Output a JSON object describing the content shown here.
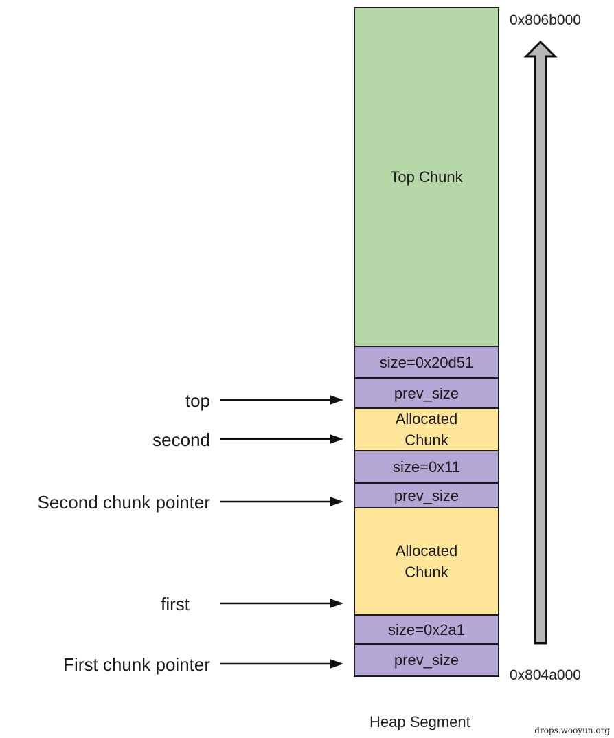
{
  "diagram": {
    "caption": "Heap Segment",
    "watermark": "drops.wooyun.org",
    "addresses": {
      "high": "0x806b000",
      "low": "0x804a000"
    },
    "growth_direction": "upward",
    "blocks": [
      {
        "label": "Top Chunk",
        "type": "top-chunk",
        "color": "#b6d7a8"
      },
      {
        "label": "size=0x20d51",
        "type": "header",
        "color": "#b4a7d6"
      },
      {
        "label": "prev_size",
        "type": "header",
        "color": "#b4a7d6"
      },
      {
        "label": "Allocated\nChunk",
        "type": "allocated",
        "color": "#ffe599"
      },
      {
        "label": "size=0x11",
        "type": "header",
        "color": "#b4a7d6"
      },
      {
        "label": "prev_size",
        "type": "header",
        "color": "#b4a7d6"
      },
      {
        "label": "Allocated\nChunk",
        "type": "allocated",
        "color": "#ffe599"
      },
      {
        "label": "size=0x2a1",
        "type": "header",
        "color": "#b4a7d6"
      },
      {
        "label": "prev_size",
        "type": "header",
        "color": "#b4a7d6"
      }
    ],
    "pointers": [
      {
        "label": "top"
      },
      {
        "label": "second"
      },
      {
        "label": "Second chunk pointer"
      },
      {
        "label": "first"
      },
      {
        "label": "First chunk pointer"
      }
    ]
  }
}
